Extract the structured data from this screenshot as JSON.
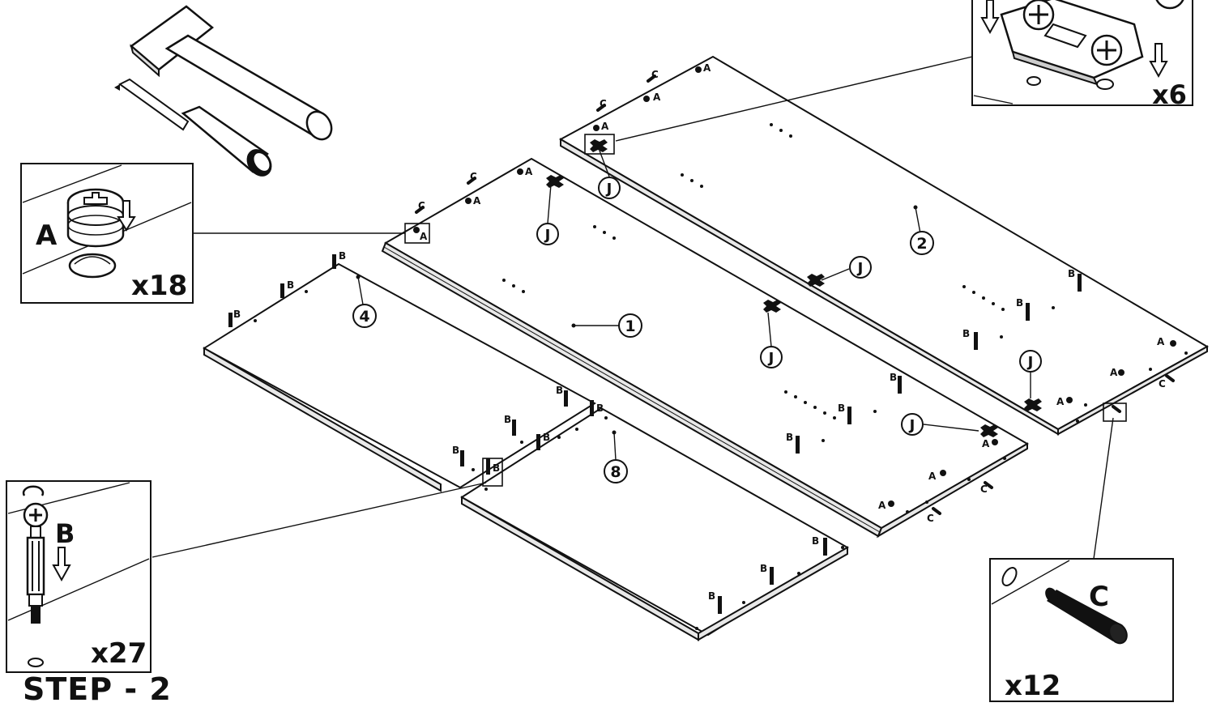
{
  "step_title": "STEP - 2",
  "insets": {
    "cam_lock": {
      "letter": "A",
      "count": "x18"
    },
    "dowel_bolt": {
      "letter": "B",
      "count": "x27"
    },
    "wood_dowel": {
      "letter": "C",
      "count": "x12"
    },
    "hinge_plate": {
      "count": "x6"
    }
  },
  "part_numbers": {
    "p1": "1",
    "p2": "2",
    "p4": "4",
    "p8": "8"
  },
  "hinge_label": "J",
  "hw_labels": {
    "a": "A",
    "b": "B",
    "c": "C"
  },
  "tools": [
    "hammer-icon",
    "screwdriver-icon"
  ]
}
